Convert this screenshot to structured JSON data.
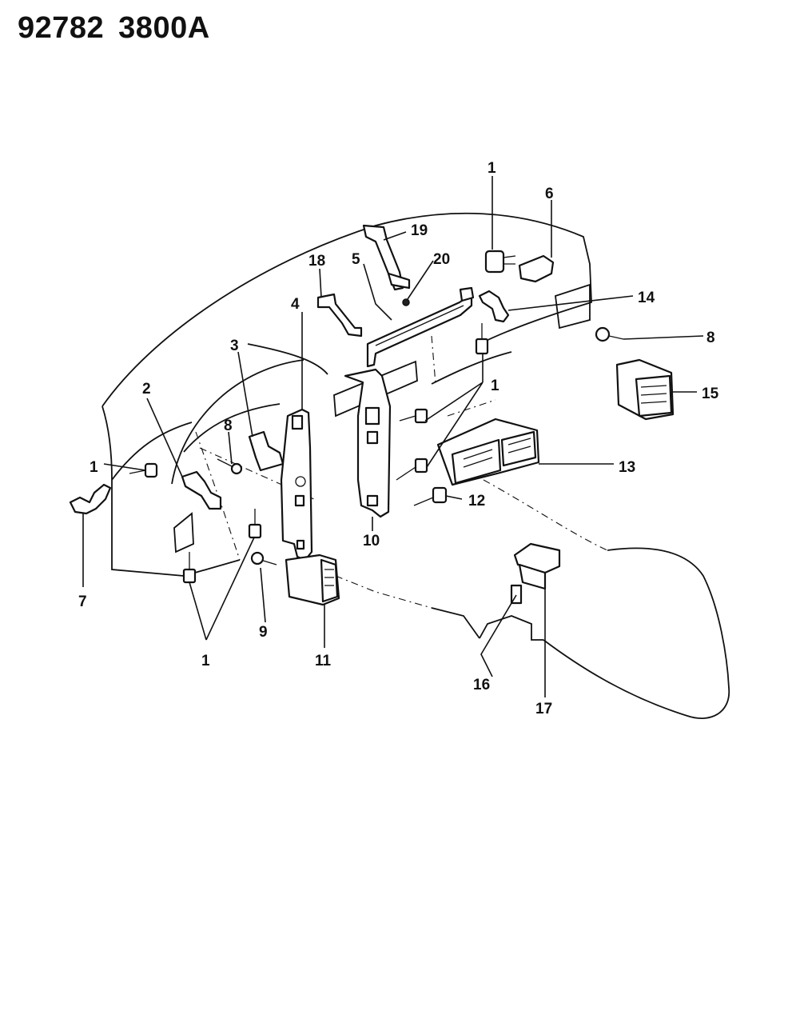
{
  "header": {
    "drawing_number": "92782",
    "group_code": "3800A"
  },
  "callouts": [
    {
      "id": "c1a",
      "label": "1"
    },
    {
      "id": "c1b",
      "label": "1"
    },
    {
      "id": "c1c",
      "label": "1"
    },
    {
      "id": "c1d",
      "label": "1"
    },
    {
      "id": "c2",
      "label": "2"
    },
    {
      "id": "c3",
      "label": "3"
    },
    {
      "id": "c4",
      "label": "4"
    },
    {
      "id": "c5",
      "label": "5"
    },
    {
      "id": "c6",
      "label": "6"
    },
    {
      "id": "c7",
      "label": "7"
    },
    {
      "id": "c8a",
      "label": "8"
    },
    {
      "id": "c8b",
      "label": "8"
    },
    {
      "id": "c9",
      "label": "9"
    },
    {
      "id": "c10",
      "label": "10"
    },
    {
      "id": "c11",
      "label": "11"
    },
    {
      "id": "c12",
      "label": "12"
    },
    {
      "id": "c13",
      "label": "13"
    },
    {
      "id": "c14",
      "label": "14"
    },
    {
      "id": "c15",
      "label": "15"
    },
    {
      "id": "c16",
      "label": "16"
    },
    {
      "id": "c17",
      "label": "17"
    },
    {
      "id": "c18",
      "label": "18"
    },
    {
      "id": "c19",
      "label": "19"
    },
    {
      "id": "c20",
      "label": "20"
    }
  ]
}
